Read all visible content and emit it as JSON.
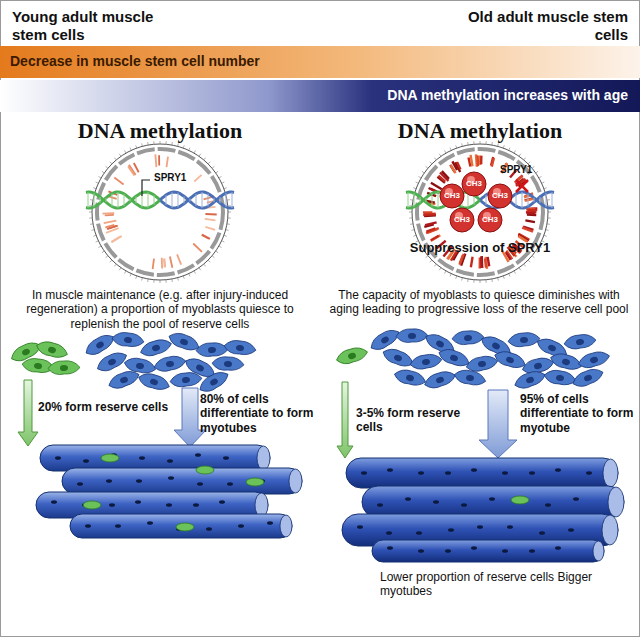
{
  "diagram": {
    "nodes": [
      {
        "text": [
          "Decrease in muscle stem cell number"
        ]
      },
      {
        "text": [
          "DNA methylation increases with age"
        ]
      }
    ],
    "labels": [
      "Young adult muscle stem cells",
      "Old adult muscle stem cells",
      "DNA methylation",
      "SPRY1",
      "In muscle maintenance (e.g. after injury-induced regeneration) a proportion of myoblasts quiesce to replenish the pool of reserve cells",
      "20% form reserve cells",
      "80% of cells differentiate to form myotubes",
      "DNA methylation",
      "SPRY1",
      "CH3",
      "CH3",
      "CH3",
      "CH3",
      "CH3",
      "Suppression of SPRY1",
      "The capacity of myoblasts to quiesce diminishes with aging leading to progressive loss of the reserve cell pool",
      "3-5% form reserve cells",
      "95% of cells differentiate to form myotube",
      "Lower proportion of reserve cells Bigger myotubes"
    ]
  }
}
